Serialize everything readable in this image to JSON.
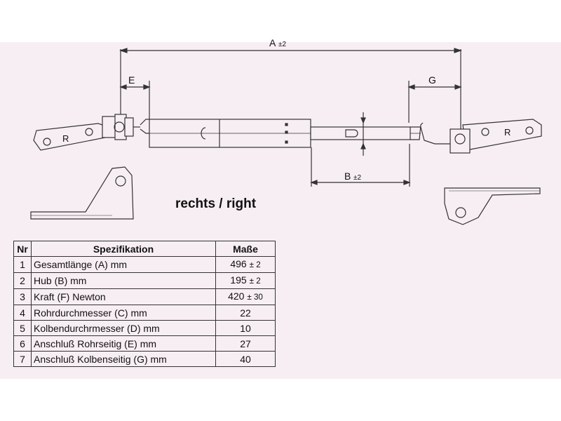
{
  "caption": "rechts / right",
  "dimensions": {
    "A": "A",
    "A_tol": "±2",
    "B": "B",
    "B_tol": "±2",
    "E": "E",
    "G": "G"
  },
  "bracket_label": "R",
  "colors": {
    "background": "#ffffff",
    "band": "#f7eef3",
    "line": "#333333"
  },
  "table": {
    "headers": [
      "Nr",
      "Spezifikation",
      "Maße"
    ],
    "rows": [
      {
        "nr": "1",
        "spec": "Gesamtlänge (A) mm",
        "value": "496",
        "tol": "± 2"
      },
      {
        "nr": "2",
        "spec": "Hub (B)  mm",
        "value": "195",
        "tol": "± 2"
      },
      {
        "nr": "3",
        "spec": "Kraft (F) Newton",
        "value": "420",
        "tol": "± 30"
      },
      {
        "nr": "4",
        "spec": "Rohrdurchmesser (C) mm",
        "value": "22",
        "tol": ""
      },
      {
        "nr": "5",
        "spec": "Kolbendurchrmesser (D) mm",
        "value": "10",
        "tol": ""
      },
      {
        "nr": "6",
        "spec": "Anschluß Rohrseitig (E) mm",
        "value": "27",
        "tol": ""
      },
      {
        "nr": "7",
        "spec": "Anschluß Kolbenseitig (G) mm",
        "value": "40",
        "tol": ""
      }
    ]
  }
}
